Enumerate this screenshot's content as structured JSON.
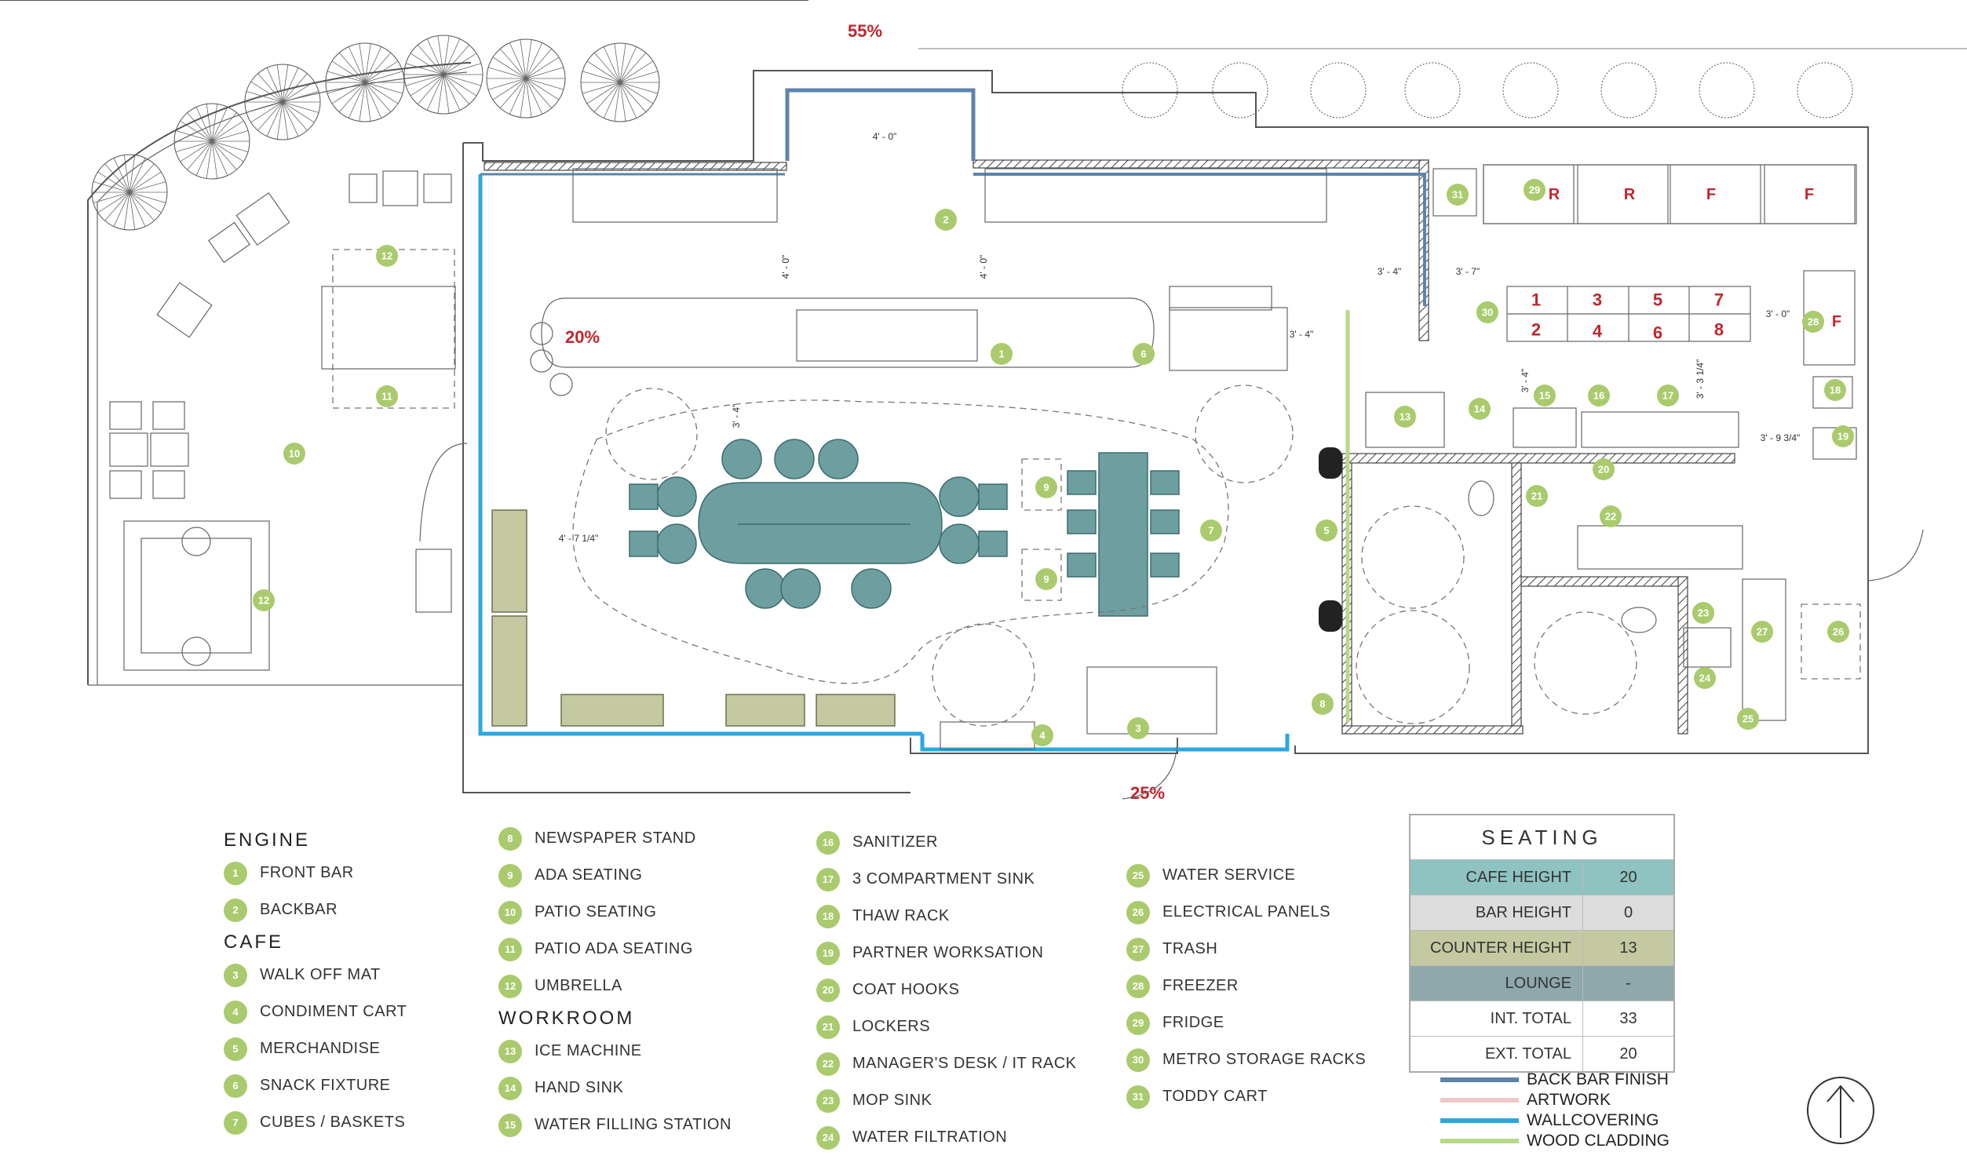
{
  "percents": {
    "top": "55%",
    "interior": "20%",
    "bottom": "25%"
  },
  "dimensions": [
    "4' - 0\"",
    "4' - 0\"",
    "4' - 0\"",
    "3' - 4\"",
    "3' - 4\"",
    "4' - 7 1/4\"",
    "3' - 4\"",
    "3' - 7\"",
    "3' - 0\"",
    "3' - 4\"",
    "3' - 3 1/4\"",
    "3' - 9 3/4\""
  ],
  "racks": {
    "top": [
      "1",
      "3",
      "5",
      "7"
    ],
    "bottom": [
      "2",
      "4",
      "6",
      "8"
    ]
  },
  "fridge_labels": [
    "R",
    "R",
    "F",
    "F"
  ],
  "freezer_label": "F",
  "legend": {
    "col1": [
      {
        "type": "head",
        "text": "ENGINE"
      },
      {
        "type": "item",
        "num": "1",
        "text": "FRONT BAR"
      },
      {
        "type": "item",
        "num": "2",
        "text": "BACKBAR"
      },
      {
        "type": "head",
        "text": "CAFE"
      },
      {
        "type": "item",
        "num": "3",
        "text": "WALK OFF MAT"
      },
      {
        "type": "item",
        "num": "4",
        "text": "CONDIMENT CART"
      },
      {
        "type": "item",
        "num": "5",
        "text": "MERCHANDISE"
      },
      {
        "type": "item",
        "num": "6",
        "text": "SNACK FIXTURE"
      },
      {
        "type": "item",
        "num": "7",
        "text": "CUBES / BASKETS"
      }
    ],
    "col2": [
      {
        "type": "item",
        "num": "8",
        "text": "NEWSPAPER STAND"
      },
      {
        "type": "item",
        "num": "9",
        "text": "ADA SEATING"
      },
      {
        "type": "item",
        "num": "10",
        "text": "PATIO SEATING"
      },
      {
        "type": "item",
        "num": "11",
        "text": "PATIO ADA SEATING"
      },
      {
        "type": "item",
        "num": "12",
        "text": "UMBRELLA"
      },
      {
        "type": "head",
        "text": "WORKROOM"
      },
      {
        "type": "item",
        "num": "13",
        "text": "ICE MACHINE"
      },
      {
        "type": "item",
        "num": "14",
        "text": "HAND SINK"
      },
      {
        "type": "item",
        "num": "15",
        "text": "WATER FILLING STATION"
      }
    ],
    "col3": [
      {
        "type": "item",
        "num": "16",
        "text": "SANITIZER"
      },
      {
        "type": "item",
        "num": "17",
        "text": "3 COMPARTMENT SINK"
      },
      {
        "type": "item",
        "num": "18",
        "text": "THAW RACK"
      },
      {
        "type": "item",
        "num": "19",
        "text": "PARTNER WORKSATION"
      },
      {
        "type": "item",
        "num": "20",
        "text": "COAT HOOKS"
      },
      {
        "type": "item",
        "num": "21",
        "text": "LOCKERS"
      },
      {
        "type": "item",
        "num": "22",
        "text": "MANAGER'S DESK / IT RACK"
      },
      {
        "type": "item",
        "num": "23",
        "text": "MOP SINK"
      },
      {
        "type": "item",
        "num": "24",
        "text": "WATER FILTRATION"
      }
    ],
    "col4": [
      {
        "type": "item",
        "num": "25",
        "text": "WATER SERVICE"
      },
      {
        "type": "item",
        "num": "26",
        "text": "ELECTRICAL PANELS"
      },
      {
        "type": "item",
        "num": "27",
        "text": "TRASH"
      },
      {
        "type": "item",
        "num": "28",
        "text": "FREEZER"
      },
      {
        "type": "item",
        "num": "29",
        "text": "FRIDGE"
      },
      {
        "type": "item",
        "num": "30",
        "text": "METRO STORAGE RACKS"
      },
      {
        "type": "item",
        "num": "31",
        "text": "TODDY CART"
      }
    ]
  },
  "seating": {
    "title": "SEATING",
    "rows": [
      {
        "label": "CAFE HEIGHT",
        "value": "20",
        "color": "#8ec3c1"
      },
      {
        "label": "BAR HEIGHT",
        "value": "0",
        "color": "#dcdcdc"
      },
      {
        "label": "COUNTER HEIGHT",
        "value": "13",
        "color": "#c5c9a2"
      },
      {
        "label": "LOUNGE",
        "value": "-",
        "color": "#8ea8ac"
      },
      {
        "label": "INT. TOTAL",
        "value": "33",
        "color": "#ffffff"
      },
      {
        "label": "EXT. TOTAL",
        "value": "20",
        "color": "#ffffff"
      }
    ]
  },
  "finishes": [
    {
      "label": "BACK BAR FINISH",
      "color": "#5b84ac"
    },
    {
      "label": "ARTWORK",
      "color": "#f0c8c8"
    },
    {
      "label": "WALLCOVERING",
      "color": "#2aa8e0"
    },
    {
      "label": "WOOD CLADDING",
      "color": "#b6d98a"
    }
  ]
}
